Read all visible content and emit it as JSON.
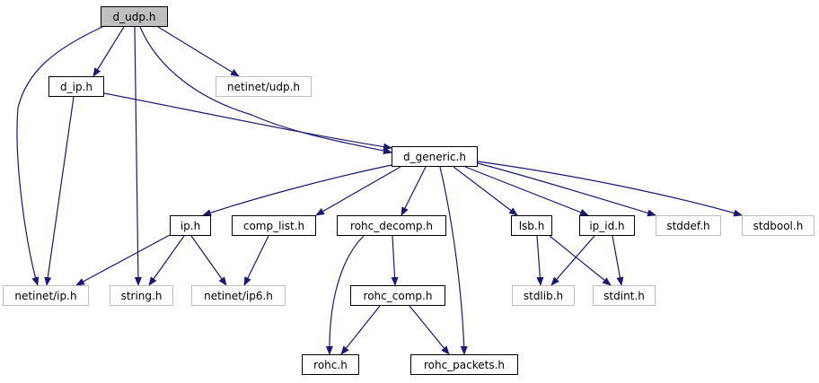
{
  "diagram": {
    "colors": {
      "edge": "#191970",
      "internal_border": "#000000",
      "external_border": "#bfbfbf",
      "focus_fill": "#bfbfbf"
    },
    "nodes": [
      {
        "id": "d_udp_h",
        "label": "d_udp.h",
        "kind": "focus"
      },
      {
        "id": "d_ip_h",
        "label": "d_ip.h",
        "kind": "internal"
      },
      {
        "id": "netinet_udp_h",
        "label": "netinet/udp.h",
        "kind": "external"
      },
      {
        "id": "d_generic_h",
        "label": "d_generic.h",
        "kind": "internal"
      },
      {
        "id": "ip_h",
        "label": "ip.h",
        "kind": "internal"
      },
      {
        "id": "comp_list_h",
        "label": "comp_list.h",
        "kind": "internal"
      },
      {
        "id": "rohc_decomp_h",
        "label": "rohc_decomp.h",
        "kind": "internal"
      },
      {
        "id": "lsb_h",
        "label": "lsb.h",
        "kind": "internal"
      },
      {
        "id": "ip_id_h",
        "label": "ip_id.h",
        "kind": "internal"
      },
      {
        "id": "stddef_h",
        "label": "stddef.h",
        "kind": "external"
      },
      {
        "id": "stdbool_h",
        "label": "stdbool.h",
        "kind": "external"
      },
      {
        "id": "netinet_ip_h",
        "label": "netinet/ip.h",
        "kind": "external"
      },
      {
        "id": "string_h",
        "label": "string.h",
        "kind": "external"
      },
      {
        "id": "netinet_ip6_h",
        "label": "netinet/ip6.h",
        "kind": "external"
      },
      {
        "id": "rohc_comp_h",
        "label": "rohc_comp.h",
        "kind": "internal"
      },
      {
        "id": "stdlib_h",
        "label": "stdlib.h",
        "kind": "external"
      },
      {
        "id": "stdint_h",
        "label": "stdint.h",
        "kind": "external"
      },
      {
        "id": "rohc_h",
        "label": "rohc.h",
        "kind": "internal"
      },
      {
        "id": "rohc_packets_h",
        "label": "rohc_packets.h",
        "kind": "internal"
      }
    ],
    "edges": [
      {
        "from": "d_udp_h",
        "to": "d_ip_h"
      },
      {
        "from": "d_udp_h",
        "to": "netinet_udp_h"
      },
      {
        "from": "d_udp_h",
        "to": "d_generic_h"
      },
      {
        "from": "d_udp_h",
        "to": "netinet_ip_h"
      },
      {
        "from": "d_udp_h",
        "to": "string_h"
      },
      {
        "from": "d_ip_h",
        "to": "d_generic_h"
      },
      {
        "from": "d_ip_h",
        "to": "netinet_ip_h"
      },
      {
        "from": "d_generic_h",
        "to": "ip_h"
      },
      {
        "from": "d_generic_h",
        "to": "comp_list_h"
      },
      {
        "from": "d_generic_h",
        "to": "rohc_decomp_h"
      },
      {
        "from": "d_generic_h",
        "to": "rohc_packets_h"
      },
      {
        "from": "d_generic_h",
        "to": "lsb_h"
      },
      {
        "from": "d_generic_h",
        "to": "ip_id_h"
      },
      {
        "from": "d_generic_h",
        "to": "stddef_h"
      },
      {
        "from": "d_generic_h",
        "to": "stdbool_h"
      },
      {
        "from": "ip_h",
        "to": "netinet_ip_h"
      },
      {
        "from": "ip_h",
        "to": "string_h"
      },
      {
        "from": "ip_h",
        "to": "netinet_ip6_h"
      },
      {
        "from": "comp_list_h",
        "to": "netinet_ip6_h"
      },
      {
        "from": "rohc_decomp_h",
        "to": "rohc_comp_h"
      },
      {
        "from": "rohc_decomp_h",
        "to": "rohc_h"
      },
      {
        "from": "rohc_comp_h",
        "to": "rohc_h"
      },
      {
        "from": "rohc_comp_h",
        "to": "rohc_packets_h"
      },
      {
        "from": "lsb_h",
        "to": "stdlib_h"
      },
      {
        "from": "lsb_h",
        "to": "stdint_h"
      },
      {
        "from": "ip_id_h",
        "to": "stdlib_h"
      },
      {
        "from": "ip_id_h",
        "to": "stdint_h"
      }
    ]
  }
}
